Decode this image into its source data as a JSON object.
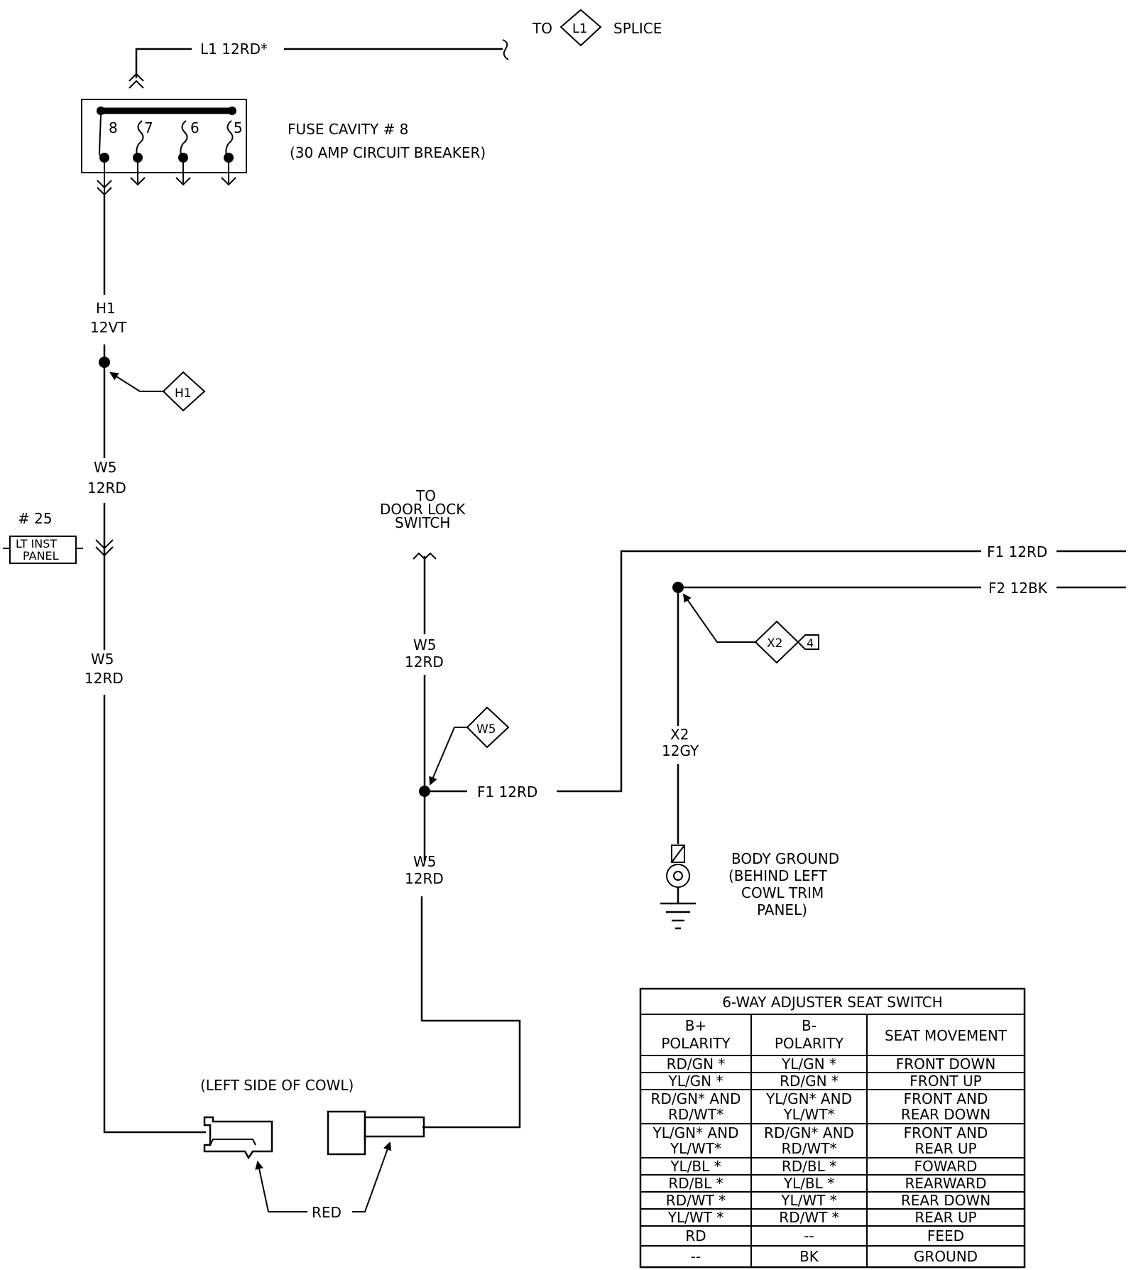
{
  "splice": {
    "to": "TO",
    "id": "L1",
    "label": "SPLICE",
    "wire": "L1  12RD*"
  },
  "fuse": {
    "title": "FUSE CAVITY # 8",
    "subtitle": "(30 AMP CIRCUIT BREAKER)",
    "pins": [
      "8",
      "7",
      "6",
      "5"
    ]
  },
  "wires": {
    "h1_circuit": "H1",
    "h1_gauge": "12VT",
    "h1_connector": "H1",
    "w5a_circuit": "W5",
    "w5a_gauge": "12RD",
    "w5b_circuit": "W5",
    "w5b_gauge": "12RD",
    "w5c_circuit": "W5",
    "w5c_gauge": "12RD",
    "w5d_circuit": "W5",
    "w5d_gauge": "12RD",
    "w5_connector": "W5",
    "f1_mid": "F1  12RD",
    "f1_right": "F1  12RD",
    "f2_right": "F2  12BK",
    "x2_circuit": "X2",
    "x2_gauge": "12GY",
    "x2_connector": "X2",
    "x2_pin": "4"
  },
  "panel": {
    "number": "# 25",
    "line1": "LT INST",
    "line2": "PANEL"
  },
  "door_lock": [
    "TO",
    "DOOR LOCK",
    "SWITCH"
  ],
  "ground": [
    "BODY GROUND",
    "(BEHIND LEFT",
    "COWL TRIM",
    "PANEL)"
  ],
  "cowl": {
    "label": "(LEFT SIDE OF COWL)",
    "color": "RED"
  },
  "seat_table": {
    "title": "6-WAY ADJUSTER SEAT SWITCH",
    "headers": [
      [
        "B+",
        "POLARITY"
      ],
      [
        "B-",
        "POLARITY"
      ],
      [
        "SEAT MOVEMENT"
      ]
    ],
    "rows": [
      [
        [
          "RD/GN *"
        ],
        [
          "YL/GN *"
        ],
        [
          "FRONT DOWN"
        ]
      ],
      [
        [
          "YL/GN *"
        ],
        [
          "RD/GN *"
        ],
        [
          "FRONT UP"
        ]
      ],
      [
        [
          "RD/GN* AND",
          "RD/WT*"
        ],
        [
          "YL/GN* AND",
          "YL/WT*"
        ],
        [
          "FRONT AND",
          "REAR DOWN"
        ]
      ],
      [
        [
          "YL/GN* AND",
          "YL/WT*"
        ],
        [
          "RD/GN* AND",
          "RD/WT*"
        ],
        [
          "FRONT AND",
          "REAR UP"
        ]
      ],
      [
        [
          "YL/BL *"
        ],
        [
          "RD/BL *"
        ],
        [
          "FOWARD"
        ]
      ],
      [
        [
          "RD/BL *"
        ],
        [
          "YL/BL *"
        ],
        [
          "REARWARD"
        ]
      ],
      [
        [
          "RD/WT *"
        ],
        [
          "YL/WT *"
        ],
        [
          "REAR DOWN"
        ]
      ],
      [
        [
          "YL/WT *"
        ],
        [
          "RD/WT *"
        ],
        [
          "REAR UP"
        ]
      ],
      [
        [
          "RD"
        ],
        [
          "--"
        ],
        [
          "FEED"
        ]
      ],
      [
        [
          "--"
        ],
        [
          "BK"
        ],
        [
          "GROUND"
        ]
      ]
    ]
  }
}
